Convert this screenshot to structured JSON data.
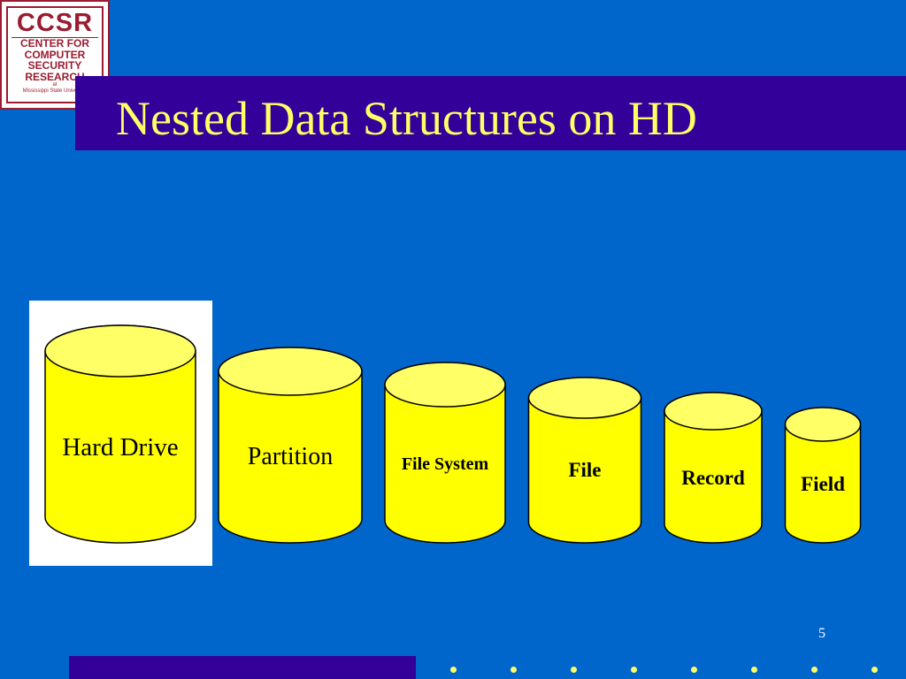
{
  "logo": {
    "abbr": "CCSR",
    "line1": "CENTER FOR",
    "line2": "COMPUTER",
    "line3": "SECURITY",
    "line4": "RESEARCH",
    "line5": "at",
    "line6": "Mississippi State University"
  },
  "title": "Nested Data Structures on HD",
  "diagram": {
    "nodes": [
      {
        "label": "Hard Drive",
        "highlighted": true
      },
      {
        "label": "Partition",
        "highlighted": false
      },
      {
        "label": "File System",
        "highlighted": false
      },
      {
        "label": "File",
        "highlighted": false
      },
      {
        "label": "Record",
        "highlighted": false
      },
      {
        "label": "Field",
        "highlighted": false
      }
    ]
  },
  "slide_number": "5",
  "colors": {
    "background": "#0066CC",
    "title_bar": "#330099",
    "title_text": "#FFFF66",
    "cylinder_fill": "#FFFF00",
    "cylinder_top": "#FFFF66",
    "logo": "#9B1B30"
  }
}
